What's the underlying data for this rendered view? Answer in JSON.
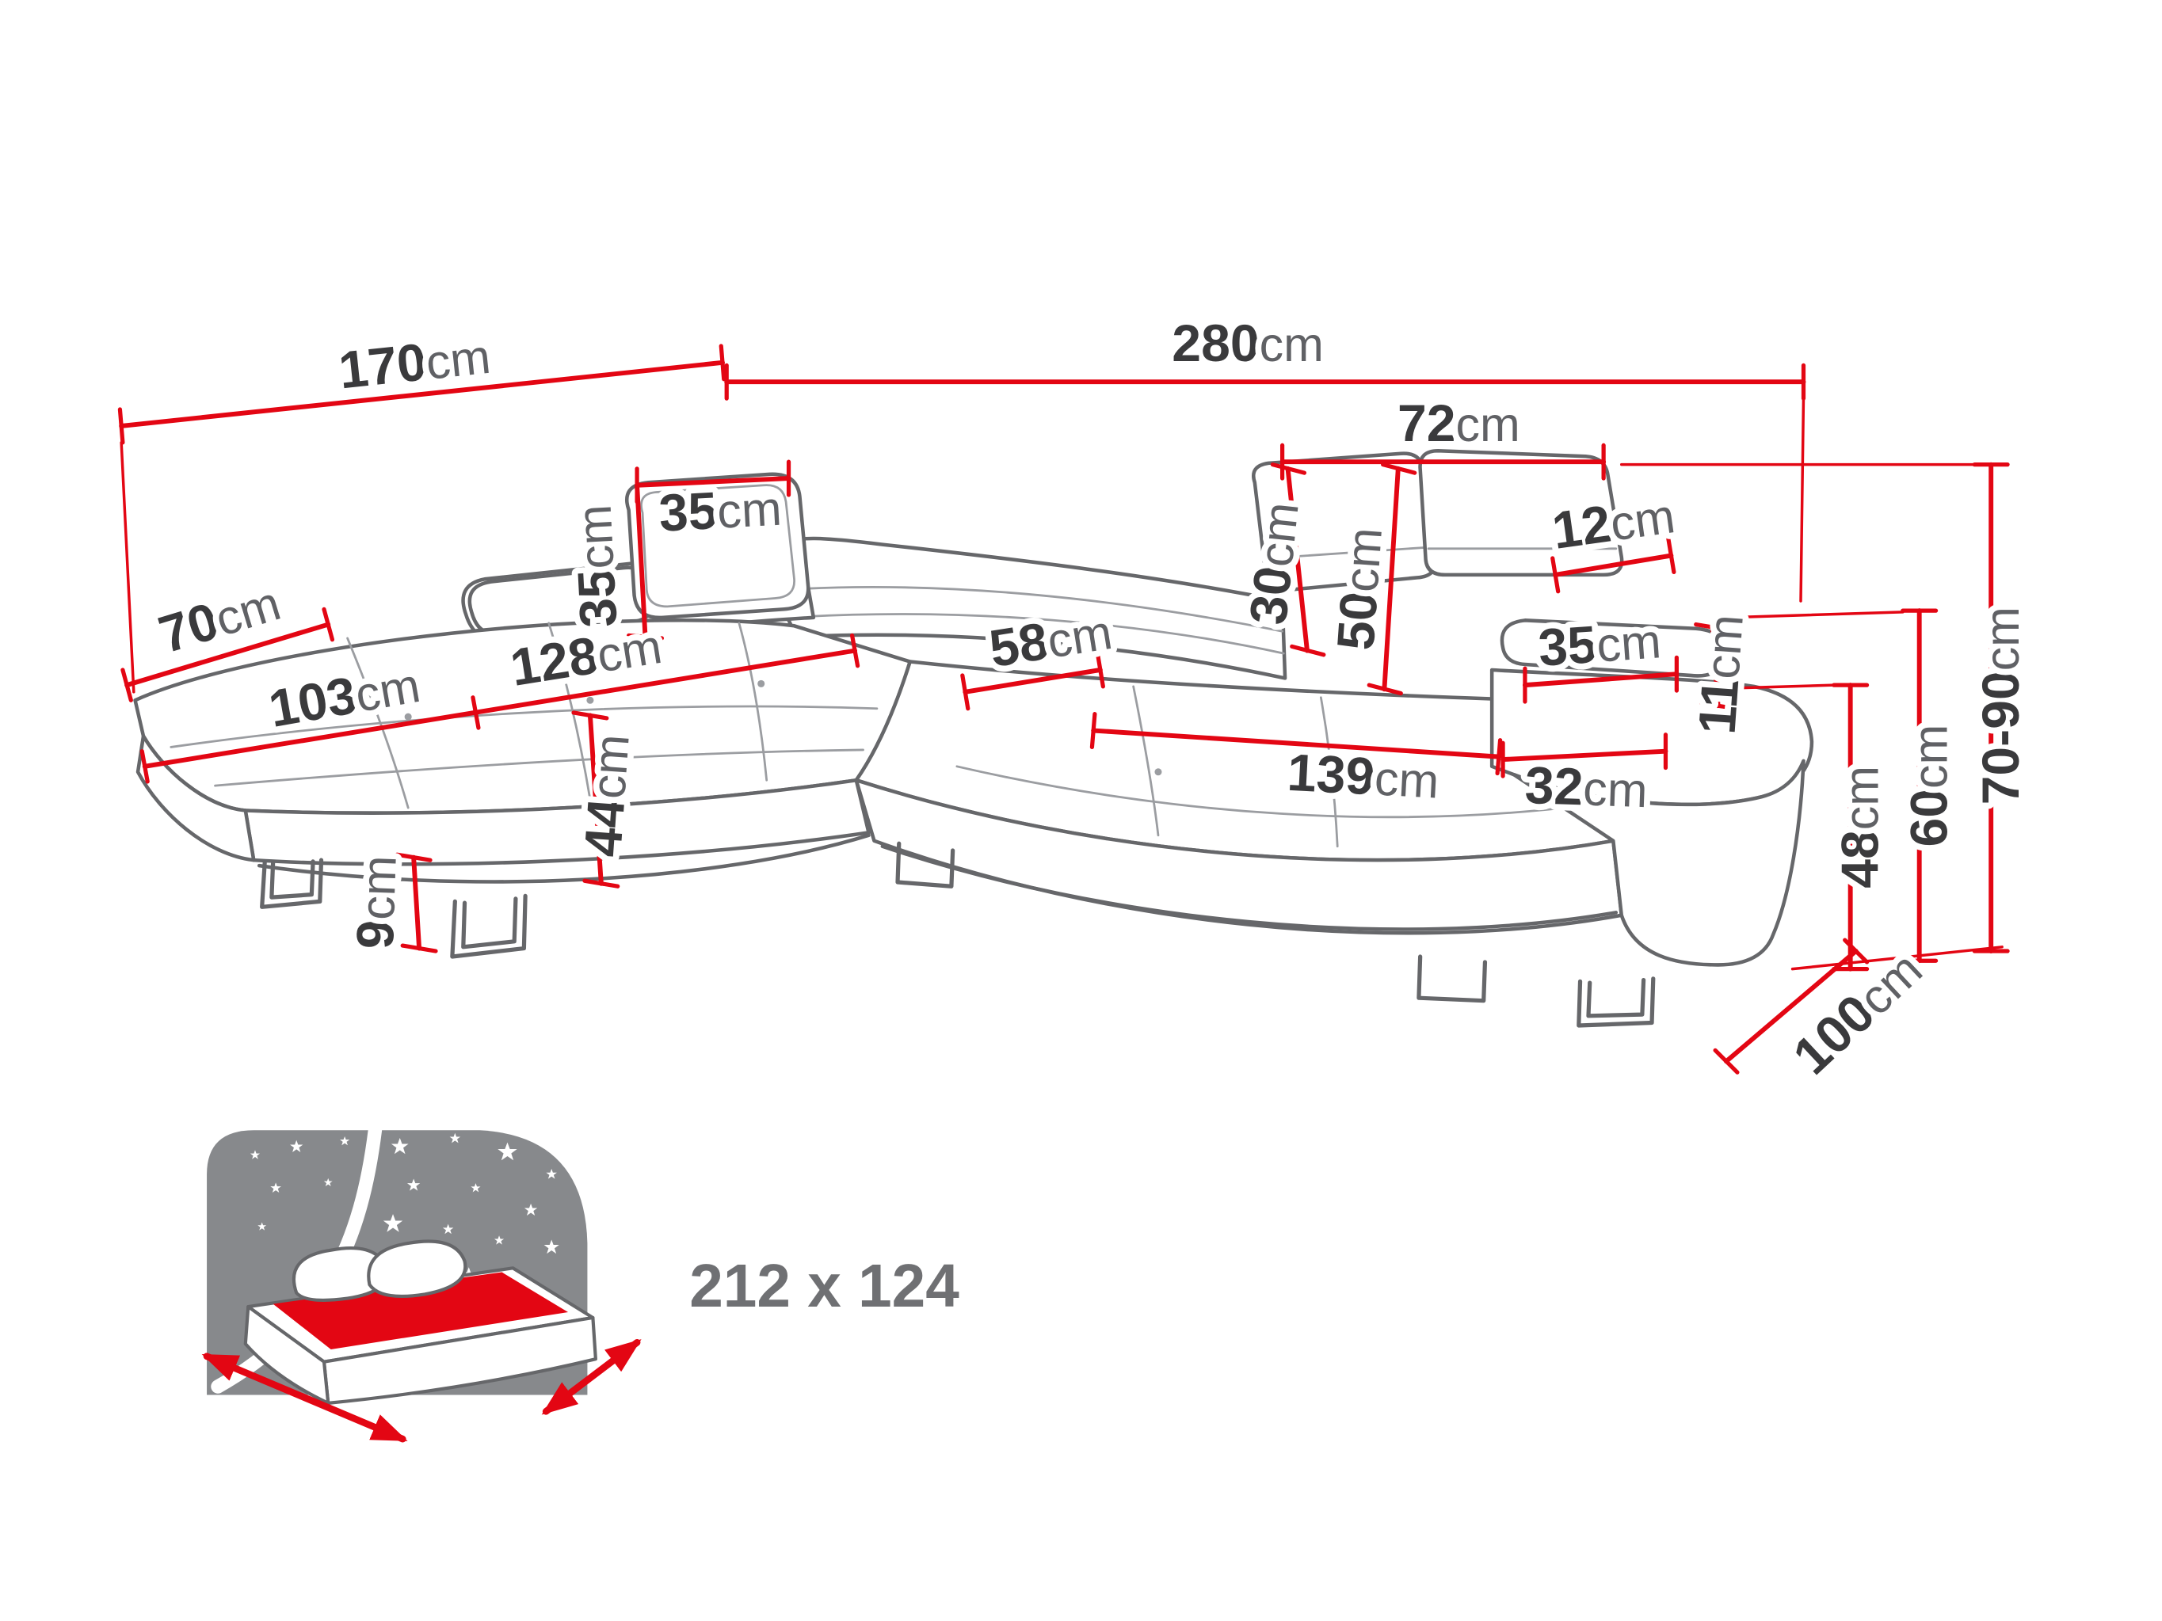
{
  "diagram": {
    "colors": {
      "accent_red": "#e30613",
      "line_gray": "#66676a",
      "panel_gray": "#87898c"
    },
    "dims": {
      "d170": {
        "value": "170",
        "unit": "cm"
      },
      "d280": {
        "value": "280",
        "unit": "cm"
      },
      "d72": {
        "value": "72",
        "unit": "cm"
      },
      "d12": {
        "value": "12",
        "unit": "cm"
      },
      "d35_pillow_w": {
        "value": "35",
        "unit": "cm"
      },
      "d35_pillow_h": {
        "value": "35",
        "unit": "cm"
      },
      "d30": {
        "value": "30",
        "unit": "cm"
      },
      "d50": {
        "value": "50",
        "unit": "cm"
      },
      "d70": {
        "value": "70",
        "unit": "cm"
      },
      "d103": {
        "value": "103",
        "unit": "cm"
      },
      "d128": {
        "value": "128",
        "unit": "cm"
      },
      "d58": {
        "value": "58",
        "unit": "cm"
      },
      "d139": {
        "value": "139",
        "unit": "cm"
      },
      "d32": {
        "value": "32",
        "unit": "cm"
      },
      "d35_armrest": {
        "value": "35",
        "unit": "cm"
      },
      "d11": {
        "value": "11",
        "unit": "cm"
      },
      "d44": {
        "value": "44",
        "unit": "cm"
      },
      "d9": {
        "value": "9",
        "unit": "cm"
      },
      "d48": {
        "value": "48",
        "unit": "cm"
      },
      "d60": {
        "value": "60",
        "unit": "cm"
      },
      "d70_90": {
        "value": "70-90",
        "unit": "cm"
      },
      "d100": {
        "value": "100",
        "unit": "cm"
      }
    },
    "sleeping_area": {
      "size_label": "212 x 124"
    }
  }
}
